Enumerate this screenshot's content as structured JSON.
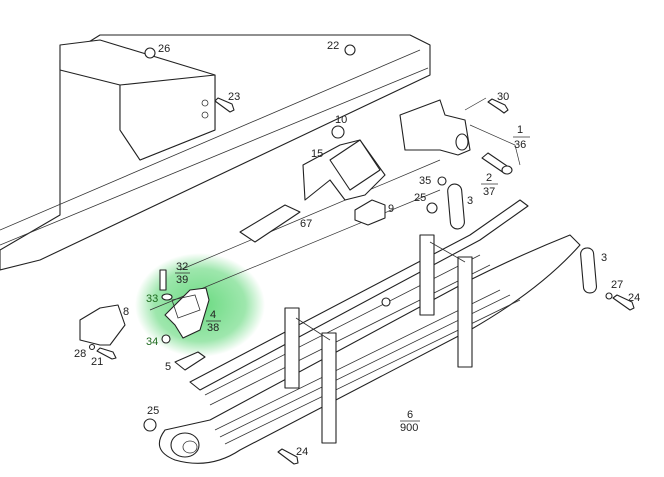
{
  "diagram": {
    "highlight_color": "#4fd36a",
    "callouts": [
      {
        "id": "c26",
        "text": "26"
      },
      {
        "id": "c22",
        "text": "22"
      },
      {
        "id": "c23",
        "text": "23"
      },
      {
        "id": "c10",
        "text": "10"
      },
      {
        "id": "c30",
        "text": "30"
      },
      {
        "id": "c1",
        "text": "1",
        "sub": "36"
      },
      {
        "id": "c15",
        "text": "15"
      },
      {
        "id": "c35",
        "text": "35"
      },
      {
        "id": "c2",
        "text": "2",
        "sub": "37"
      },
      {
        "id": "c25a",
        "text": "25"
      },
      {
        "id": "c3a",
        "text": "3"
      },
      {
        "id": "c9",
        "text": "9"
      },
      {
        "id": "c67",
        "text": "67"
      },
      {
        "id": "c3b",
        "text": "3"
      },
      {
        "id": "c32",
        "text": "32",
        "sub": "39"
      },
      {
        "id": "c33",
        "text": "33"
      },
      {
        "id": "c4",
        "text": "4",
        "sub": "38"
      },
      {
        "id": "c8",
        "text": "8"
      },
      {
        "id": "c27",
        "text": "27"
      },
      {
        "id": "c24a",
        "text": "24"
      },
      {
        "id": "c28",
        "text": "28"
      },
      {
        "id": "c21",
        "text": "21"
      },
      {
        "id": "c34",
        "text": "34"
      },
      {
        "id": "c5",
        "text": "5"
      },
      {
        "id": "c25b",
        "text": "25"
      },
      {
        "id": "c6",
        "text": "6",
        "sub": "900"
      },
      {
        "id": "c24b",
        "text": "24"
      }
    ]
  }
}
